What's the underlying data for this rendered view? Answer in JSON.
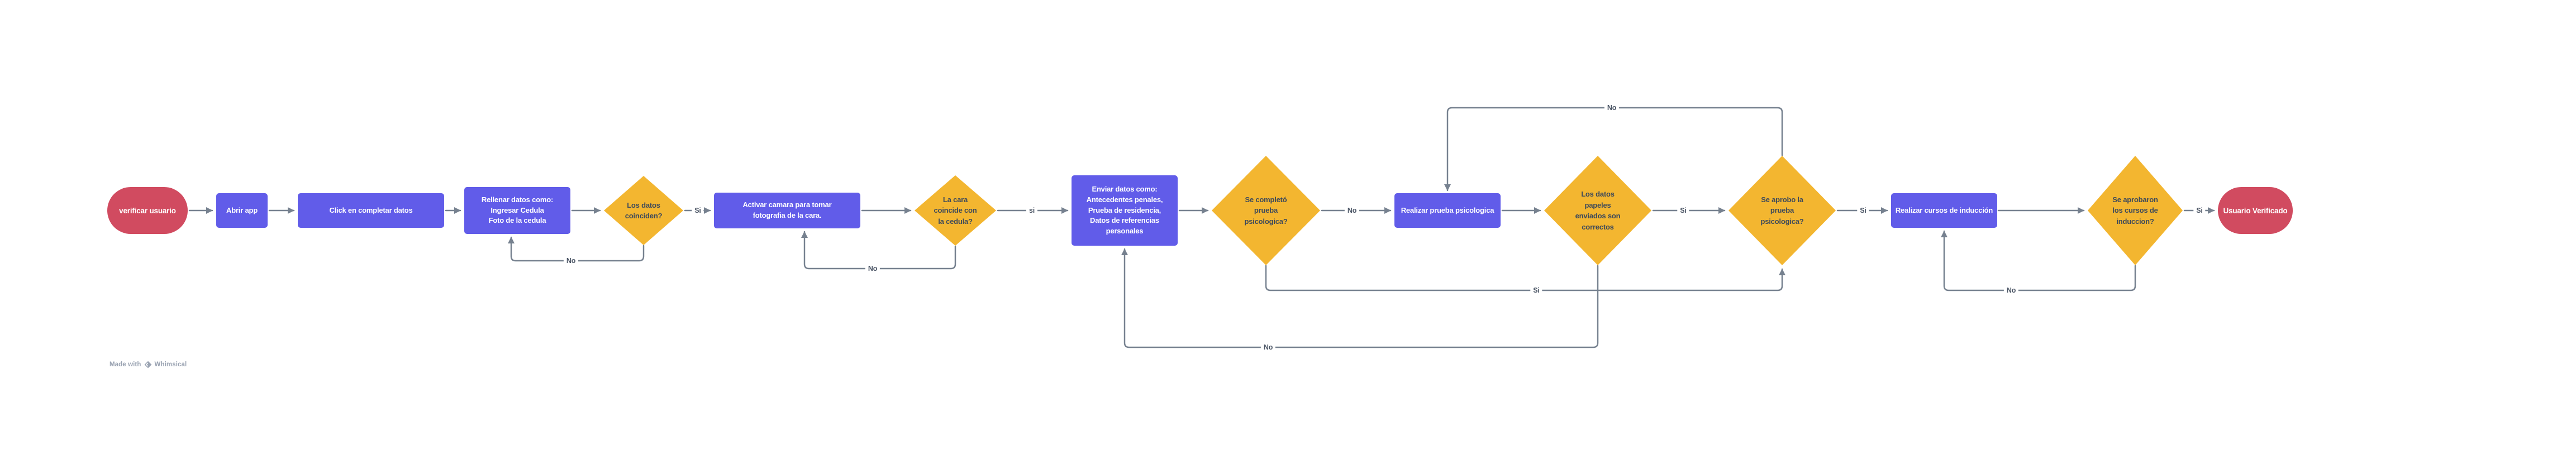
{
  "diagram_title": "user-verification-flowchart",
  "colors": {
    "process_fill": "#615CE9",
    "decision_fill": "#F3B630",
    "terminator_fill": "#D14B60",
    "connector": "#76818F",
    "decision_text": "#3E4A5A",
    "edge_label_text": "#4C5666",
    "watermark_text": "#9AA3B2",
    "background": "#FFFFFF"
  },
  "nodes": [
    {
      "id": "start",
      "type": "terminator",
      "label": "verificar usuario"
    },
    {
      "id": "abrir-app",
      "type": "process",
      "label": "Abrir app"
    },
    {
      "id": "click-completar",
      "type": "process",
      "label": "Click en completar datos"
    },
    {
      "id": "rellenar-datos",
      "type": "process",
      "label": "Rellenar datos como:\nIngresar Cedula\nFoto de la cedula"
    },
    {
      "id": "datos-coinciden",
      "type": "decision",
      "label": "Los datos\ncoinciden?"
    },
    {
      "id": "activar-camara",
      "type": "process",
      "label": "Activar camara para tomar\nfotografia de la cara."
    },
    {
      "id": "cara-coincide",
      "type": "decision",
      "label": "La cara\ncoincide con\nla cedula?"
    },
    {
      "id": "enviar-datos",
      "type": "process",
      "label": "Enviar datos como:\nAntecedentes penales,\nPrueba de residencia,\nDatos de referencias\npersonales"
    },
    {
      "id": "completo-prueba",
      "type": "decision",
      "label": "Se completó\nprueba\npsicologica?"
    },
    {
      "id": "realizar-prueba",
      "type": "process",
      "label": "Realizar prueba psicologica"
    },
    {
      "id": "datos-papeles",
      "type": "decision",
      "label": "Los datos\npapeles\nenviados son\ncorrectos"
    },
    {
      "id": "se-aprobo-prueba",
      "type": "decision",
      "label": "Se aprobo la\nprueba\npsicologica?"
    },
    {
      "id": "realizar-cursos",
      "type": "process",
      "label": "Realizar cursos de inducción"
    },
    {
      "id": "aprobaron-cursos",
      "type": "decision",
      "label": "Se aprobaron\nlos cursos de\ninduccion?"
    },
    {
      "id": "usuario-verificado",
      "type": "terminator",
      "label": "Usuario Verificado"
    }
  ],
  "edges": [
    {
      "from": "start",
      "to": "abrir-app",
      "label": ""
    },
    {
      "from": "abrir-app",
      "to": "click-completar",
      "label": ""
    },
    {
      "from": "click-completar",
      "to": "rellenar-datos",
      "label": ""
    },
    {
      "from": "rellenar-datos",
      "to": "datos-coinciden",
      "label": ""
    },
    {
      "from": "datos-coinciden",
      "to": "activar-camara",
      "label": "Si"
    },
    {
      "from": "activar-camara",
      "to": "cara-coincide",
      "label": ""
    },
    {
      "from": "cara-coincide",
      "to": "enviar-datos",
      "label": "si"
    },
    {
      "from": "enviar-datos",
      "to": "completo-prueba",
      "label": ""
    },
    {
      "from": "completo-prueba",
      "to": "realizar-prueba",
      "label": "No"
    },
    {
      "from": "realizar-prueba",
      "to": "datos-papeles",
      "label": ""
    },
    {
      "from": "datos-papeles",
      "to": "se-aprobo-prueba",
      "label": "Si"
    },
    {
      "from": "se-aprobo-prueba",
      "to": "realizar-cursos",
      "label": "Si"
    },
    {
      "from": "realizar-cursos",
      "to": "aprobaron-cursos",
      "label": ""
    },
    {
      "from": "aprobaron-cursos",
      "to": "usuario-verificado",
      "label": "Si"
    },
    {
      "from": "datos-coinciden",
      "to": "rellenar-datos",
      "label": "No"
    },
    {
      "from": "cara-coincide",
      "to": "activar-camara",
      "label": "No"
    },
    {
      "from": "se-aprobo-prueba",
      "to": "realizar-prueba",
      "label": "No"
    },
    {
      "from": "completo-prueba",
      "to": "se-aprobo-prueba",
      "label": "Si"
    },
    {
      "from": "datos-papeles",
      "to": "enviar-datos",
      "label": "No"
    },
    {
      "from": "aprobaron-cursos",
      "to": "realizar-cursos",
      "label": "No"
    }
  ],
  "watermark": {
    "prefix": "Made with",
    "brand": "Whimsical"
  }
}
